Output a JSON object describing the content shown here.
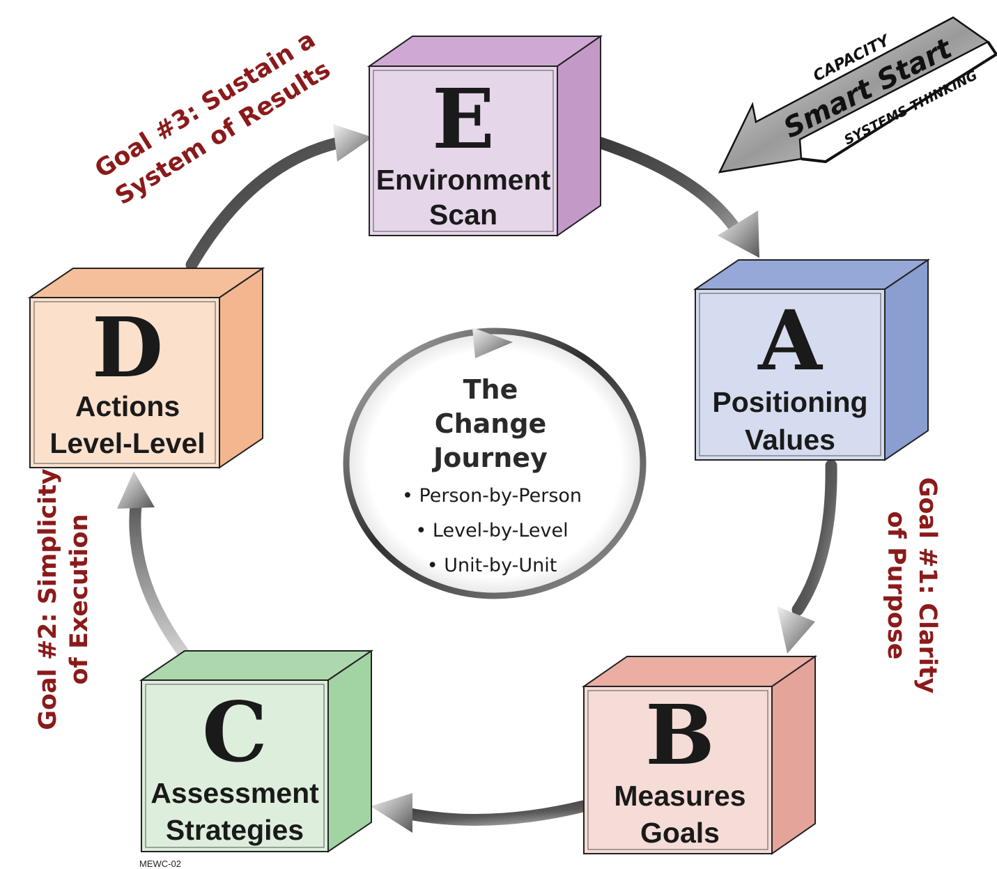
{
  "cubes": [
    {
      "id": "E",
      "letter": "E",
      "line1": "Environment",
      "line2": "Scan",
      "front": "#e6d6ea",
      "side": "#c39ac7",
      "top": "#cfa9d3"
    },
    {
      "id": "A",
      "letter": "A",
      "line1": "Positioning",
      "line2": "Values",
      "front": "#d5dcef",
      "side": "#8a9fd0",
      "top": "#95a8d8"
    },
    {
      "id": "B",
      "letter": "B",
      "line1": "Measures",
      "line2": "Goals",
      "front": "#f6dcd6",
      "side": "#e5a49a",
      "top": "#eaaea3"
    },
    {
      "id": "C",
      "letter": "C",
      "line1": "Assessment",
      "line2": "Strategies",
      "front": "#ddeedd",
      "side": "#a2d3a3",
      "top": "#add8ae"
    },
    {
      "id": "D",
      "letter": "D",
      "line1": "Actions",
      "line2": "Level-Level",
      "front": "#fbe0cc",
      "side": "#f3b68f",
      "top": "#f5bf9b"
    }
  ],
  "goals": {
    "goal1_line1": "Goal #1: Clarity",
    "goal1_line2": "of Purpose",
    "goal2_line1": "Goal #2: Simplicity",
    "goal2_line2": "of Execution",
    "goal3_line1": "Goal #3: Sustain a",
    "goal3_line2": "System of Results"
  },
  "center": {
    "title": [
      "The",
      "Change",
      "Journey"
    ],
    "items": [
      "• Person-by-Person",
      "• Level-by-Level",
      "• Unit-by-Unit"
    ]
  },
  "badge": {
    "top": "CAPACITY",
    "middle": "Smart Start",
    "bottom": "SYSTEMS THINKING"
  },
  "code": "MEWC-02",
  "colors": {
    "goal": "#8b1a1a"
  }
}
